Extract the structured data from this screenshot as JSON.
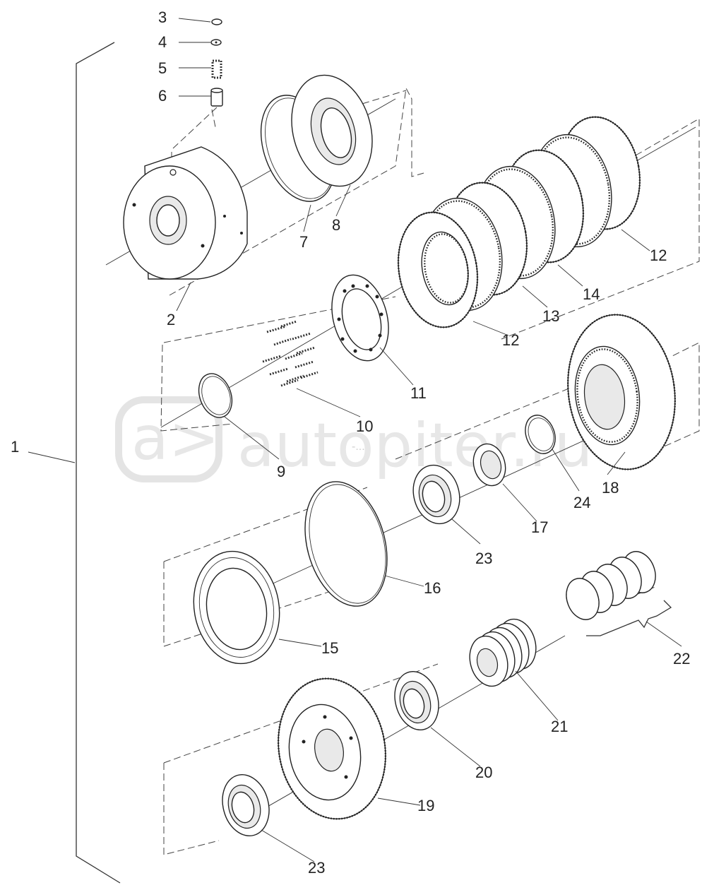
{
  "watermark": {
    "text": "autopiter.ru",
    "logo_text": "a>",
    "tag": "-..."
  },
  "callouts": [
    {
      "id": "c1",
      "label": "1"
    },
    {
      "id": "c2",
      "label": "2"
    },
    {
      "id": "c3",
      "label": "3"
    },
    {
      "id": "c4",
      "label": "4"
    },
    {
      "id": "c5",
      "label": "5"
    },
    {
      "id": "c6",
      "label": "6"
    },
    {
      "id": "c7",
      "label": "7"
    },
    {
      "id": "c8",
      "label": "8"
    },
    {
      "id": "c9",
      "label": "9"
    },
    {
      "id": "c10",
      "label": "10"
    },
    {
      "id": "c11",
      "label": "11"
    },
    {
      "id": "c12a",
      "label": "12"
    },
    {
      "id": "c12b",
      "label": "12"
    },
    {
      "id": "c13",
      "label": "13"
    },
    {
      "id": "c14",
      "label": "14"
    },
    {
      "id": "c15",
      "label": "15"
    },
    {
      "id": "c16",
      "label": "16"
    },
    {
      "id": "c17",
      "label": "17"
    },
    {
      "id": "c18",
      "label": "18"
    },
    {
      "id": "c19",
      "label": "19"
    },
    {
      "id": "c20",
      "label": "20"
    },
    {
      "id": "c21",
      "label": "21"
    },
    {
      "id": "c22",
      "label": "22"
    },
    {
      "id": "c23a",
      "label": "23"
    },
    {
      "id": "c23b",
      "label": "23"
    },
    {
      "id": "c24",
      "label": "24"
    }
  ],
  "colors": {
    "line": "#333333",
    "watermark": "#e7e7e7"
  }
}
